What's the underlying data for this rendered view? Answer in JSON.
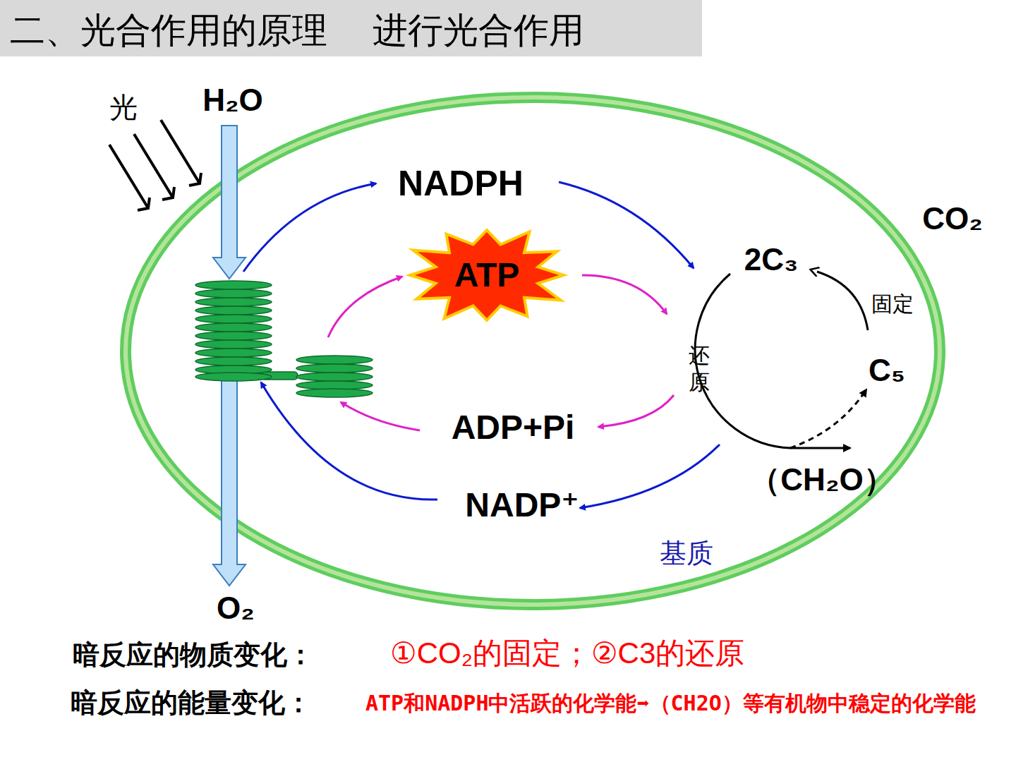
{
  "diagram": {
    "title": "二、光合作用的原理    进行光合作用",
    "nodes": [
      {
        "text": [
          "基质"
        ]
      },
      {
        "text": [
          "ATP"
        ],
        "in": 0
      }
    ],
    "labels": [
      "光",
      "H₂O",
      "O₂",
      "NADPH",
      "ADP+Pi",
      "NADP⁺",
      "CO₂",
      "2C₃",
      "固定",
      "还原",
      "C₅",
      "（CH₂O）",
      "暗反应的物质变化：",
      "①CO₂的固定；②C3的还原",
      "暗反应的能量变化：",
      "ATP和NADPH中活跃的化学能➡（CH2O）等有机物中稳定的化学能"
    ]
  }
}
